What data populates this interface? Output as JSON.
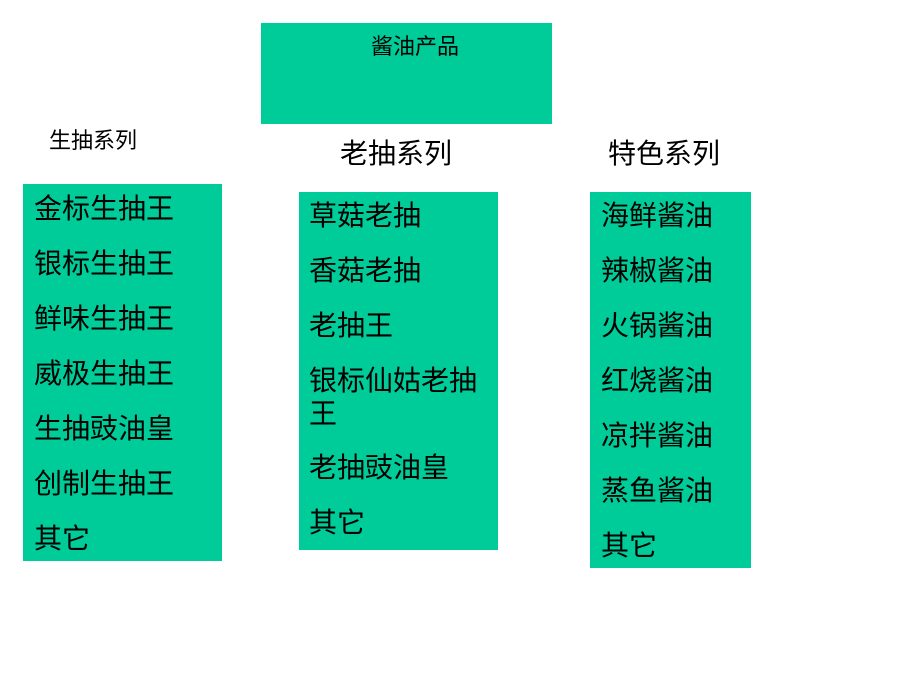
{
  "root": {
    "label": "酱油产品"
  },
  "categories": [
    {
      "heading": "生抽系列",
      "items": [
        "金标生抽王",
        "银标生抽王",
        "鲜味生抽王",
        "威极生抽王",
        "生抽豉油皇",
        "创制生抽王",
        "其它"
      ]
    },
    {
      "heading": "老抽系列",
      "items": [
        "草菇老抽",
        "香菇老抽",
        "老抽王",
        "银标仙姑老抽王",
        "老抽豉油皇",
        "其它"
      ]
    },
    {
      "heading": "特色系列",
      "items": [
        "海鲜酱油",
        "辣椒酱油",
        "火锅酱油",
        "红烧酱油",
        "凉拌酱油",
        "蒸鱼酱油",
        "其它"
      ]
    }
  ],
  "colors": {
    "box_fill": "#00cc99",
    "text": "#000000",
    "background": "#ffffff"
  }
}
